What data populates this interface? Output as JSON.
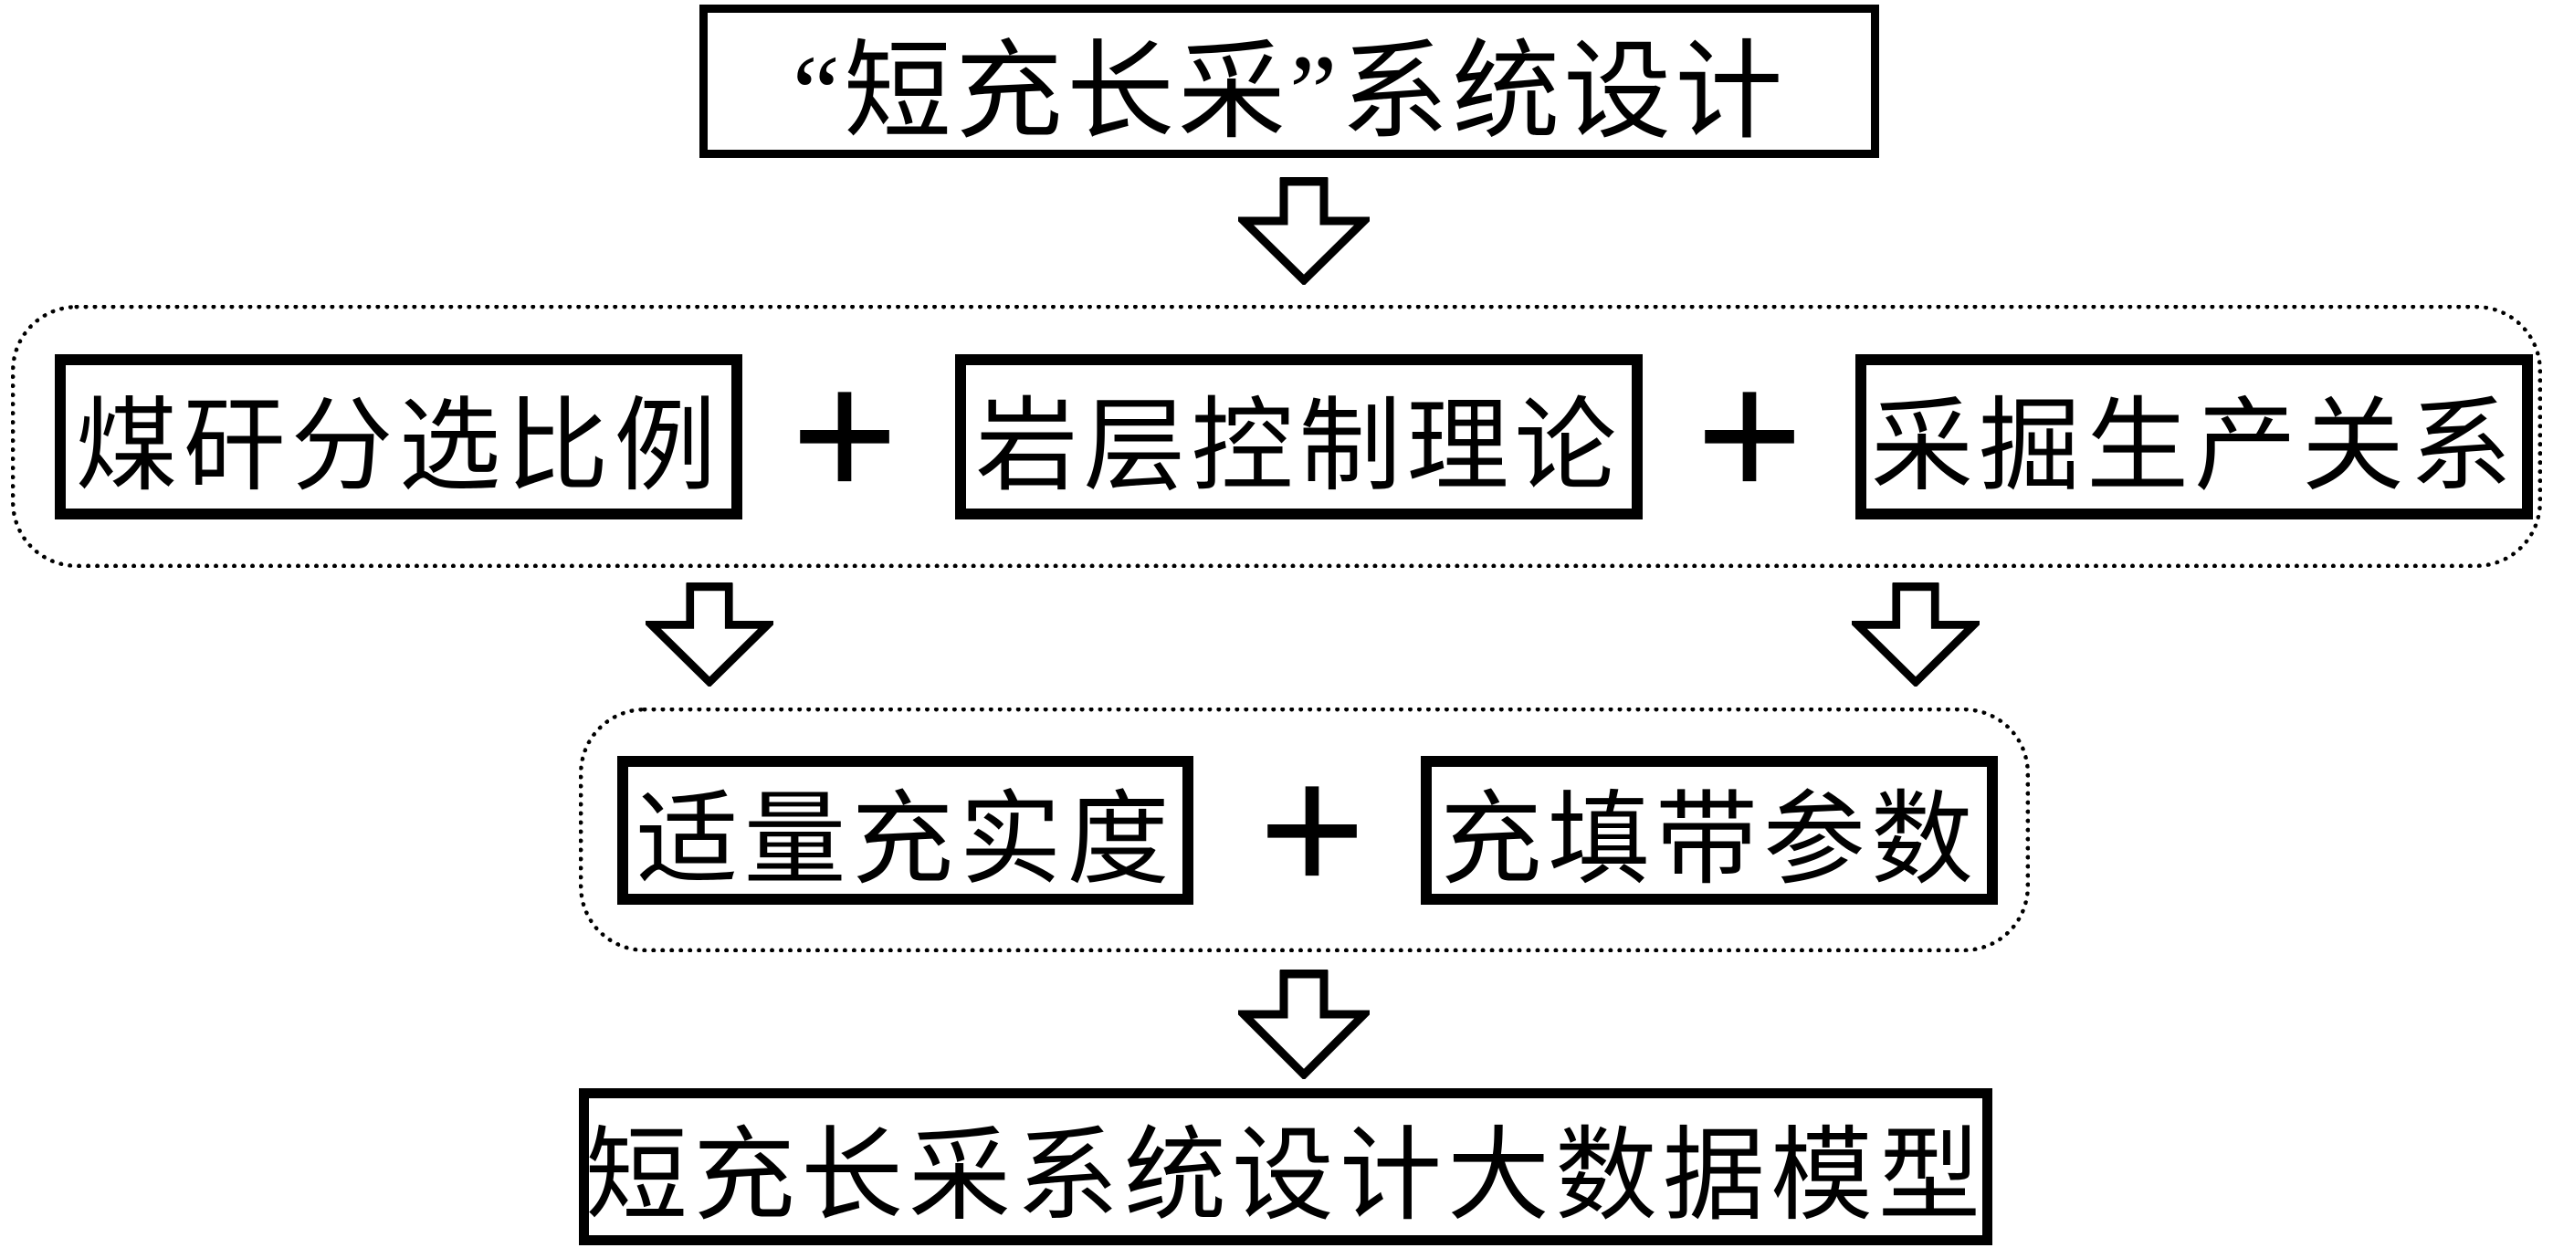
{
  "diagram": {
    "title": "“短充长采”系统设计",
    "plus": "+",
    "level1": {
      "items": [
        {
          "label": "煤矸分选比例"
        },
        {
          "label": "岩层控制理论"
        },
        {
          "label": "采掘生产关系"
        }
      ]
    },
    "level2": {
      "items": [
        {
          "label": "适量充实度"
        },
        {
          "label": "充填带参数"
        }
      ]
    },
    "result": "短充长采系统设计大数据模型",
    "colors": {
      "line": "#000000",
      "background": "#ffffff"
    }
  }
}
